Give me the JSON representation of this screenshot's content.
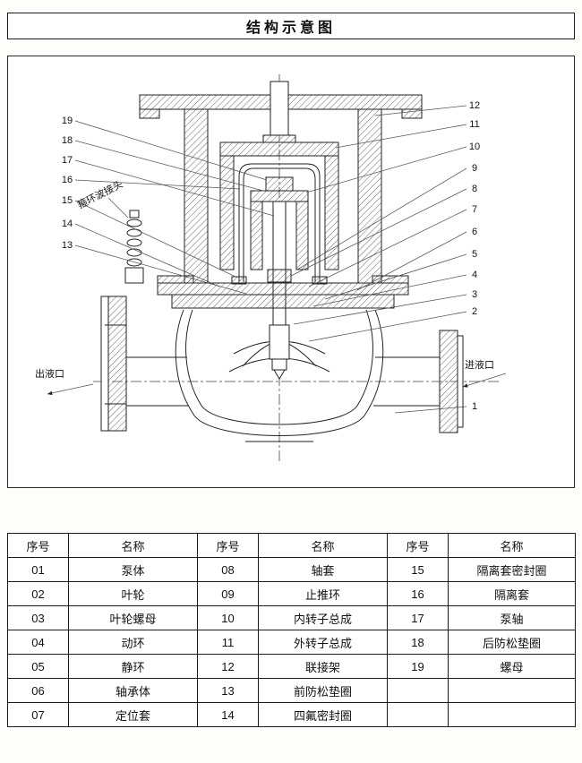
{
  "page": {
    "title": "结构示意图"
  },
  "diagram": {
    "callouts_left": [
      "19",
      "18",
      "17",
      "16",
      "15",
      "14",
      "13"
    ],
    "callouts_right": [
      "12",
      "11",
      "10",
      "9",
      "8",
      "7",
      "6",
      "5",
      "4",
      "3",
      "2",
      "1"
    ],
    "labels": {
      "outlet": "出液口",
      "inlet": "进液口",
      "fitting": "箍环波接头"
    }
  },
  "table": {
    "headers": [
      "序号",
      "名称",
      "序号",
      "名称",
      "序号",
      "名称"
    ],
    "rows": [
      [
        "01",
        "泵体",
        "08",
        "轴套",
        "15",
        "隔离套密封圈"
      ],
      [
        "02",
        "叶轮",
        "09",
        "止推环",
        "16",
        "隔离套"
      ],
      [
        "03",
        "叶轮螺母",
        "10",
        "内转子总成",
        "17",
        "泵轴"
      ],
      [
        "04",
        "动环",
        "11",
        "外转子总成",
        "18",
        "后防松垫圈"
      ],
      [
        "05",
        "静环",
        "12",
        "联接架",
        "19",
        "螺母"
      ],
      [
        "06",
        "轴承体",
        "13",
        "前防松垫圈",
        "",
        ""
      ],
      [
        "07",
        "定位套",
        "14",
        "四氟密封圈",
        "",
        ""
      ]
    ]
  }
}
